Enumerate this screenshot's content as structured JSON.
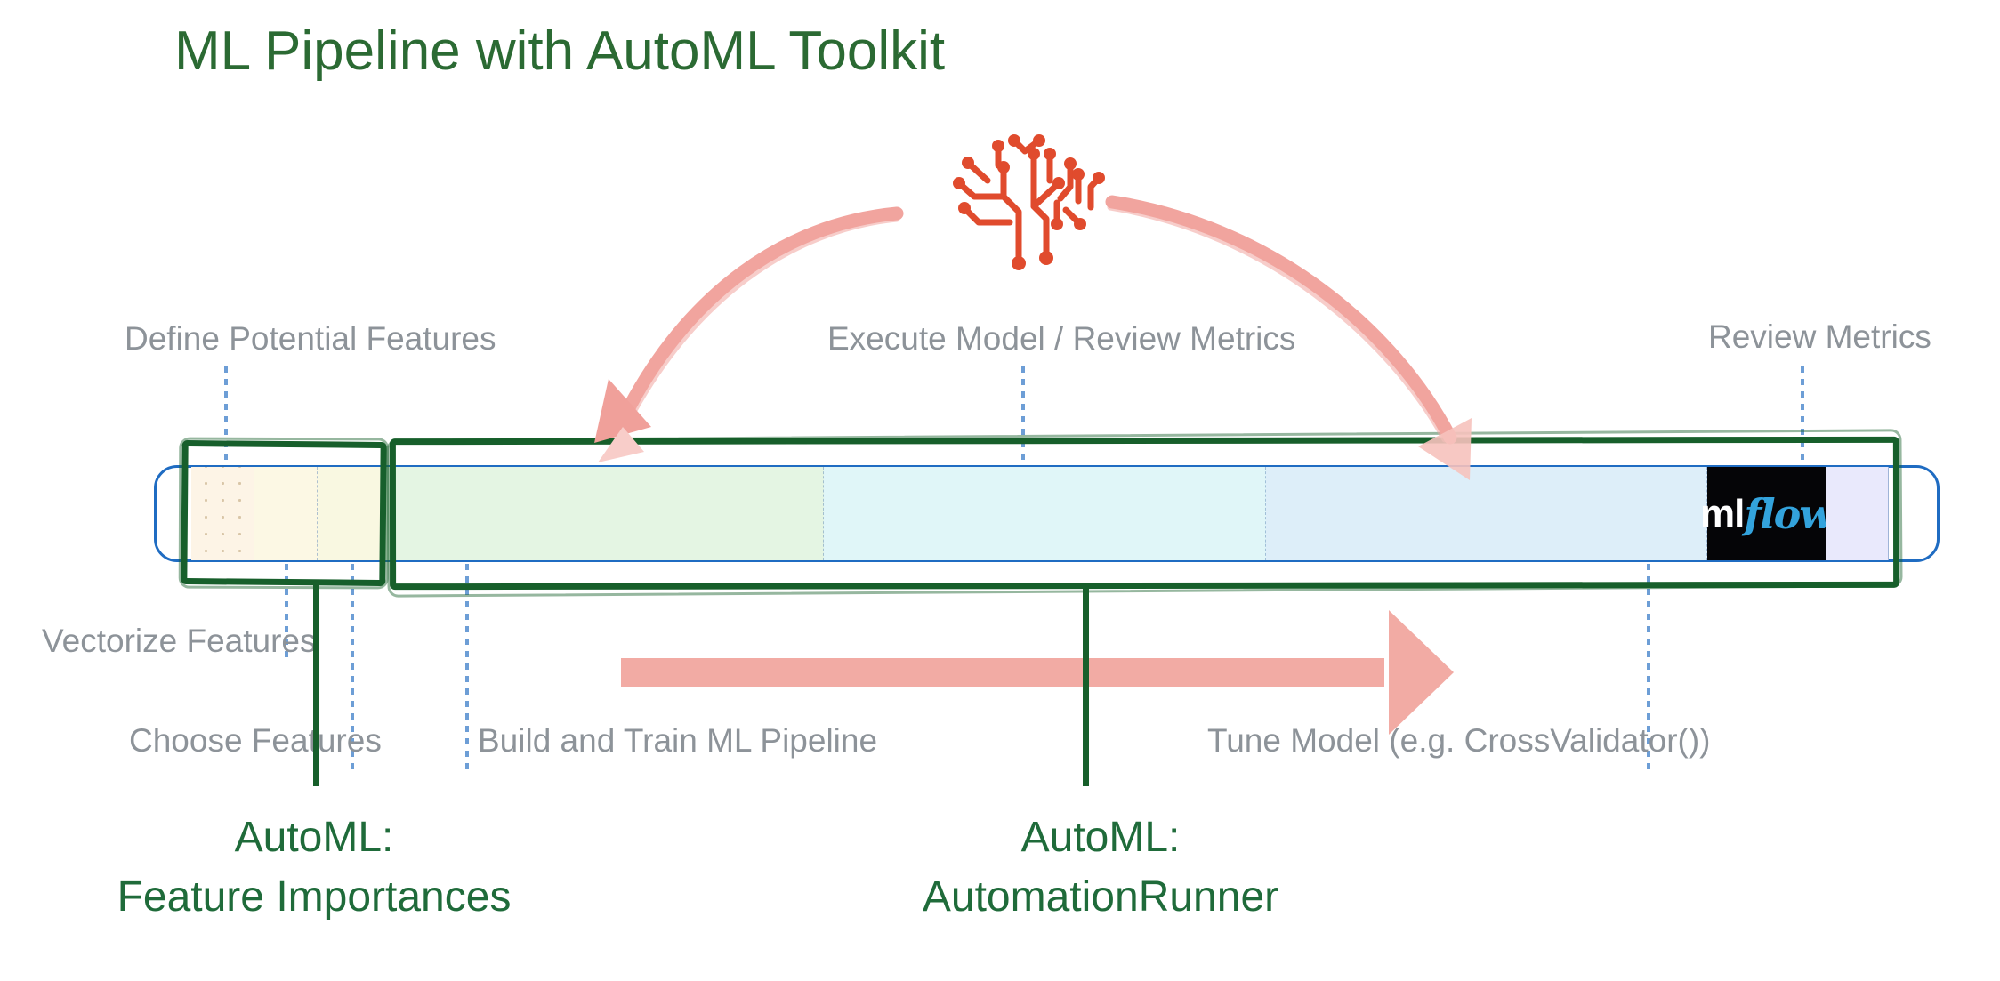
{
  "title": "ML Pipeline with AutoML Toolkit",
  "stage_labels": {
    "define_potential_features": "Define Potential Features",
    "execute_model_review_metrics": "Execute Model / Review Metrics",
    "review_metrics": "Review Metrics",
    "vectorize_features": "Vectorize Features",
    "choose_features": "Choose Features",
    "build_and_train": "Build and Train ML Pipeline",
    "tune_model": "Tune Model (e.g. CrossValidator())"
  },
  "callouts": {
    "feature_importances": {
      "line1": "AutoML:",
      "line2": "Feature Importances"
    },
    "automation_runner": {
      "line1": "AutoML:",
      "line2": "AutomationRunner"
    }
  },
  "mlflow_logo": {
    "ml": "ml",
    "flow": "flow"
  },
  "icons": {
    "brain": "circuit-brain-icon",
    "loop_left": "loop-arrow-left-icon",
    "loop_right": "loop-arrow-right-icon",
    "forward": "forward-arrow-icon"
  },
  "colors": {
    "title_green": "#2b6a33",
    "callout_green": "#1f6b3a",
    "sketch_green": "#175f2b",
    "label_gray": "#8d9399",
    "leader_blue": "#6d9ed6",
    "bar_outline_blue": "#1f6cc2",
    "arrow_coral": "#f1a49e",
    "brain_red": "#e04b2d",
    "mlflow_blue": "#33a3dc",
    "mlflow_bg": "#050507",
    "segment_cream": "#fdf4e6",
    "segment_yellow": "#fcf8e4",
    "segment_yellow2": "#f9f8e1",
    "segment_mint": "#e4f5e3",
    "segment_cyan": "#e0f6f8",
    "segment_sky": "#ddeef9",
    "segment_lavender": "#e9e9fc"
  }
}
